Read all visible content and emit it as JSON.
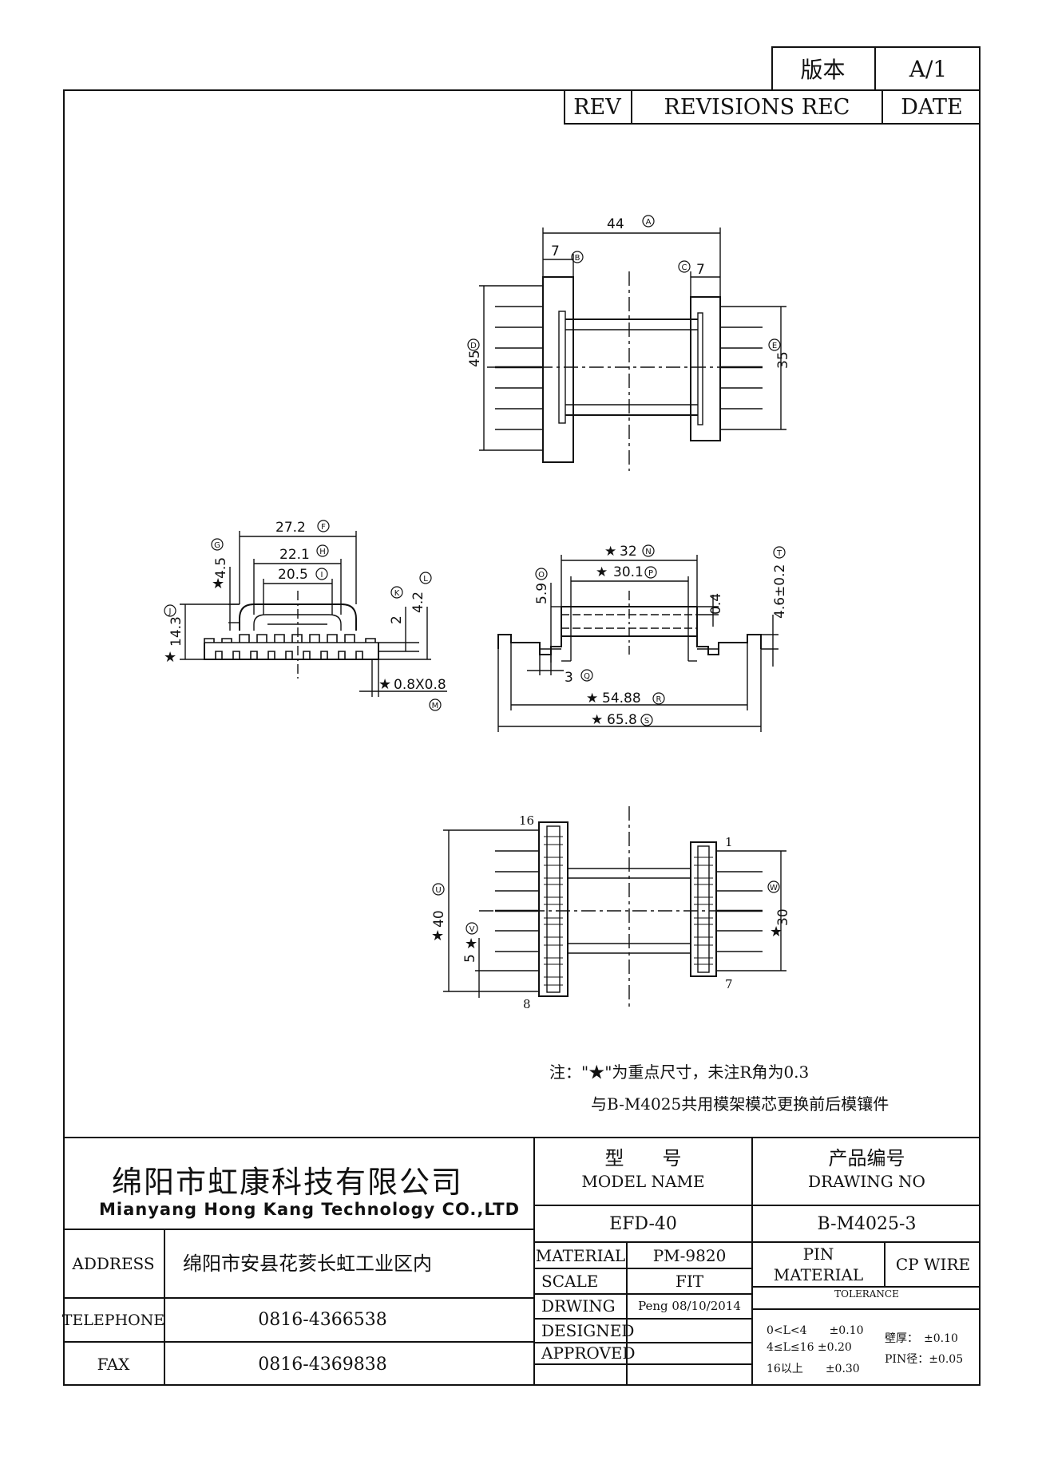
{
  "version_block": {
    "label": "版本",
    "value": "A/1"
  },
  "revision_header": {
    "rev": "REV",
    "revisions": "REVISIONS REC",
    "date": "DATE"
  },
  "top_view": {
    "dim_a": "44",
    "circle_a": "A",
    "dim_b": "7",
    "circle_b": "B",
    "dim_c": "7",
    "circle_c": "C",
    "dim_d": "45",
    "circle_d": "D",
    "dim_e": "35",
    "circle_e": "E"
  },
  "side_view": {
    "dim_f": "27.2",
    "circle_f": "F",
    "dim_h": "22.1",
    "circle_h": "H",
    "dim_i": "20.5",
    "circle_i": "I",
    "dim_g": "4.5",
    "circle_g": "G",
    "dim_j": "14.3",
    "circle_j": "J",
    "dim_k": "2",
    "circle_k": "K",
    "dim_l": "4.2",
    "circle_l": "L",
    "dim_m": "0.8X0.8",
    "circle_m": "M",
    "star": "★"
  },
  "front_view": {
    "dim_n": "32",
    "circle_n": "N",
    "dim_p": "30.1",
    "circle_p": "P",
    "dim_o": "5.9",
    "circle_o": "O",
    "dim_04": "0.4",
    "dim_t": "4.6±0.2",
    "circle_t": "T",
    "dim_q": "3",
    "circle_q": "Q",
    "dim_r": "54.88",
    "circle_r": "R",
    "dim_s": "65.8",
    "circle_s": "S"
  },
  "bottom_view": {
    "pin_16": "16",
    "pin_1": "1",
    "pin_8": "8",
    "pin_7": "7",
    "dim_u": "40",
    "circle_u": "U",
    "dim_v": "5",
    "circle_v": "V",
    "dim_w": "30",
    "circle_w": "W"
  },
  "notes": {
    "line1": "注：\"★\"为重点尺寸，未注R角为0.3",
    "line2": "与B-M4025共用模架模芯更换前后模镶件"
  },
  "title_block": {
    "company_cn": "绵阳市虹康科技有限公司",
    "company_en": "Mianyang Hong Kang Technology CO.,LTD",
    "model_name_cn": "型　　号",
    "model_name_en": "MODEL NAME",
    "model_name_value": "EFD-40",
    "drawing_no_cn": "产品编号",
    "drawing_no_en": "DRAWING NO",
    "drawing_no_value": "B-M4025-3",
    "address_label": "ADDRESS",
    "address_value": "绵阳市安县花荄长虹工业区内",
    "telephone_label": "TELEPHONE",
    "telephone_value": "0816-4366538",
    "fax_label": "FAX",
    "fax_value": "0816-4369838",
    "material_label": "MATERIAL",
    "material_value": "PM-9820",
    "scale_label": "SCALE",
    "scale_value": "FIT",
    "drwing_label": "DRWING",
    "drwing_value": "Peng 08/10/2014",
    "designed_label": "DESIGNED",
    "designed_value": "",
    "approved_label": "APPROVED",
    "approved_value": "",
    "pin_material_label_1": "PIN",
    "pin_material_label_2": "MATERIAL",
    "pin_material_value": "CP WIRE",
    "tolerance_label": "TOLERANCE",
    "tol_1": "0<L<4　　±0.10",
    "tol_2": "4≤L≤16 ±0.20",
    "tol_3": "16以上　　±0.30",
    "wall_thickness": "壁厚：　±0.10",
    "pin_diameter": "PIN径：±0.05"
  }
}
